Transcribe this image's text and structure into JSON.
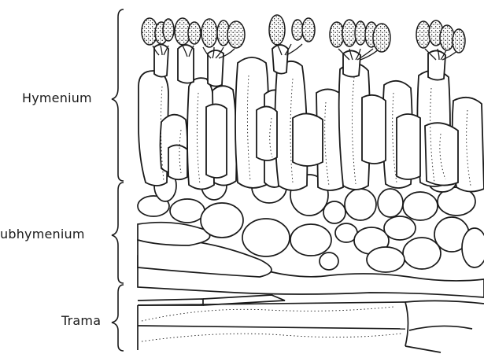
{
  "labels": {
    "hymenium": "Hymenium",
    "subhymenium": "ubhymenium",
    "trama": "Trama"
  },
  "colors": {
    "ink": "#1a1a1a",
    "paper": "#ffffff",
    "stipple": "#2a2a2a"
  }
}
